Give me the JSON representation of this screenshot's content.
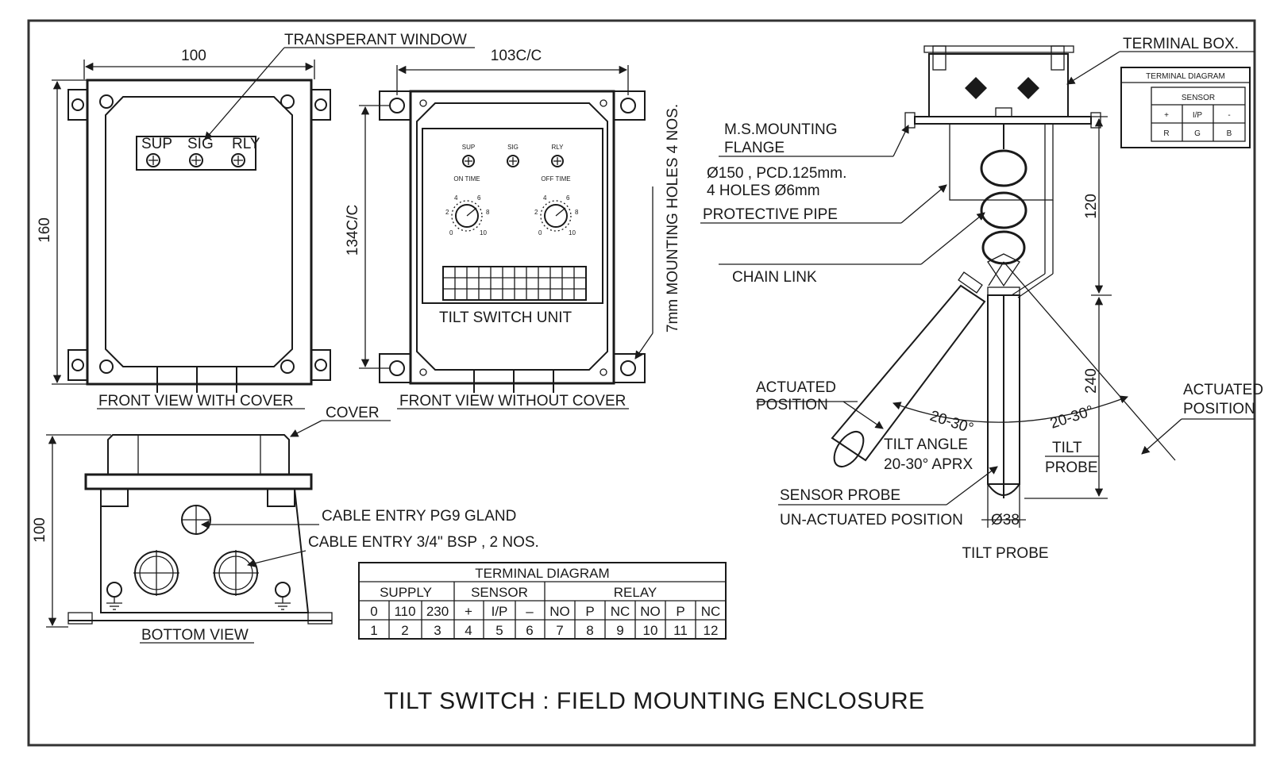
{
  "title": "TILT SWITCH : FIELD MOUNTING ENCLOSURE",
  "front_cover": {
    "caption": "FRONT VIEW WITH COVER",
    "window_label": "TRANSPERANT WINDOW",
    "width_dim": "100",
    "height_dim": "160",
    "indicators": [
      "SUP",
      "SIG",
      "RLY"
    ]
  },
  "front_nocover": {
    "caption": "FRONT VIEW WITHOUT COVER",
    "width_dim": "103C/C",
    "height_dim": "134C/C",
    "holes_label": "7mm MOUNTING HOLES 4 NOS.",
    "unit_label": "TILT SWITCH UNIT",
    "indicators": [
      "SUP",
      "SIG",
      "RLY"
    ],
    "on_time": "ON TIME",
    "off_time": "OFF TIME",
    "dial_marks": [
      "2",
      "4",
      "6",
      "8",
      "0",
      "10"
    ]
  },
  "bottom": {
    "caption": "BOTTOM VIEW",
    "cover_label": "COVER",
    "height_dim": "100",
    "gland_label": "CABLE ENTRY PG9 GLAND",
    "bsp_label": "CABLE ENTRY 3/4\" BSP , 2 NOS."
  },
  "terminal_table": {
    "title": "TERMINAL DIAGRAM",
    "groups": [
      "SUPPLY",
      "SENSOR",
      "RELAY"
    ],
    "labels": [
      "0",
      "110",
      "230",
      "+",
      "I/P",
      "–",
      "NO",
      "P",
      "NC",
      "NO",
      "P",
      "NC"
    ],
    "numbers": [
      "1",
      "2",
      "3",
      "4",
      "5",
      "6",
      "7",
      "8",
      "9",
      "10",
      "11",
      "12"
    ]
  },
  "sensor_table": {
    "title": "TERMINAL DIAGRAM",
    "group": "SENSOR",
    "labels": [
      "+",
      "I/P",
      "-"
    ],
    "colors": [
      "R",
      "G",
      "B"
    ]
  },
  "probe": {
    "terminal_box": "TERMINAL BOX.",
    "flange_1": "M.S.MOUNTING",
    "flange_2": "FLANGE",
    "flange_dim_1": "Ø150 , PCD.125mm.",
    "flange_dim_2": "4 HOLES Ø6mm",
    "pipe": "PROTECTIVE PIPE",
    "chain": "CHAIN LINK",
    "dim_120": "120",
    "dim_240": "240",
    "actuated_l1": "ACTUATED",
    "actuated_l2": "POSITION",
    "angle_l": "20-30°",
    "angle_r": "20-30°",
    "tilt_angle_1": "TILT ANGLE",
    "tilt_angle_2": "20-30° APRX",
    "tilt_probe_r1": "TILT",
    "tilt_probe_r2": "PROBE",
    "sensor_probe": "SENSOR PROBE",
    "unactuated": "UN-ACTUATED POSITION",
    "dia": "Ø38",
    "tilt_probe": "TILT PROBE"
  }
}
